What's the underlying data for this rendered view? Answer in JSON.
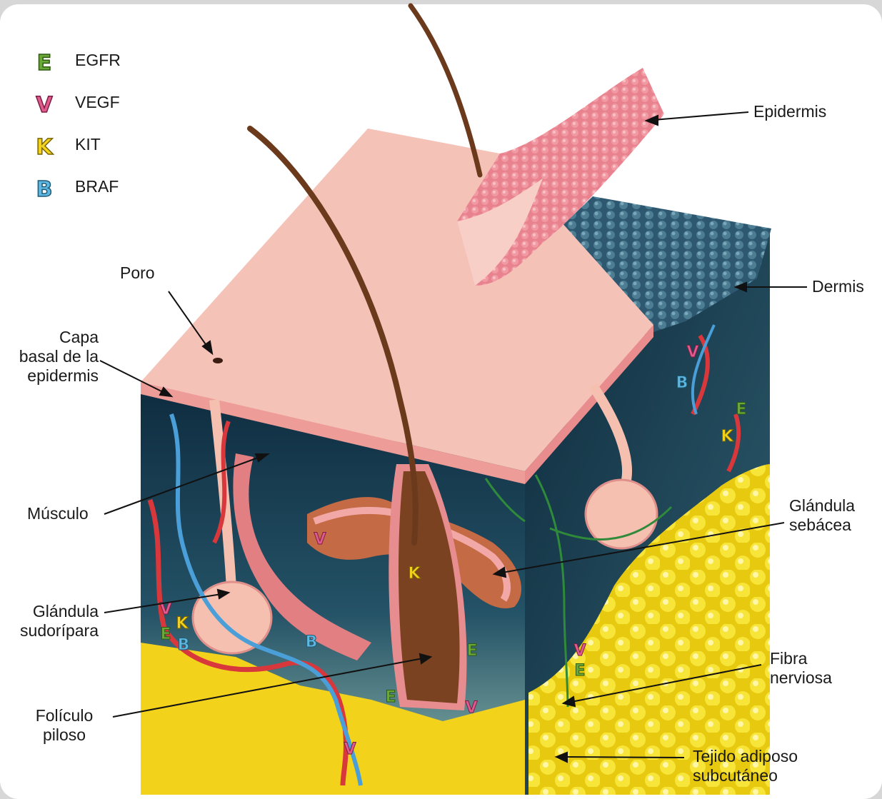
{
  "legend": [
    {
      "letter": "E",
      "name": "EGFR",
      "color": "#6aa83a",
      "stroke": "#2f5a12"
    },
    {
      "letter": "V",
      "name": "VEGF",
      "color": "#e15b8e",
      "stroke": "#7a1d43"
    },
    {
      "letter": "K",
      "name": "KIT",
      "color": "#f2d21b",
      "stroke": "#7a6500"
    },
    {
      "letter": "B",
      "name": "BRAF",
      "color": "#5fb8e0",
      "stroke": "#1c5a78"
    }
  ],
  "labels": {
    "epidermis": "Epidermis",
    "dermis": "Dermis",
    "poro": "Poro",
    "capa_basal": "Capa\nbasal de la\nepidermis",
    "musculo": "Músculo",
    "glandula_sebacea": "Glándula\nsebácea",
    "glandula_sudoripara": "Glándula\nsudorípara",
    "fibra_nerviosa": "Fibra\nnerviosa",
    "foliculo_piloso": "Folículo\npiloso",
    "tejido_adiposo": "Tejido adiposo\nsubcutáneo"
  },
  "colors": {
    "epidermis": "#f4b9b0",
    "dermis_dark": "#15344a",
    "dermis_light": "#7fb0b0",
    "fat": "#f7df1f",
    "hair": "#6b3a1c",
    "vessel_red": "#d8383c",
    "vessel_blue": "#4a9fd8",
    "nerve": "#2f8a3a"
  },
  "markers": [
    {
      "letter": "V"
    },
    {
      "letter": "B"
    },
    {
      "letter": "E"
    },
    {
      "letter": "K"
    },
    {
      "letter": "V"
    },
    {
      "letter": "K"
    },
    {
      "letter": "V"
    },
    {
      "letter": "K"
    },
    {
      "letter": "E"
    },
    {
      "letter": "B"
    },
    {
      "letter": "B"
    },
    {
      "letter": "E"
    },
    {
      "letter": "E"
    },
    {
      "letter": "V"
    },
    {
      "letter": "V"
    },
    {
      "letter": "V"
    },
    {
      "letter": "E"
    }
  ]
}
